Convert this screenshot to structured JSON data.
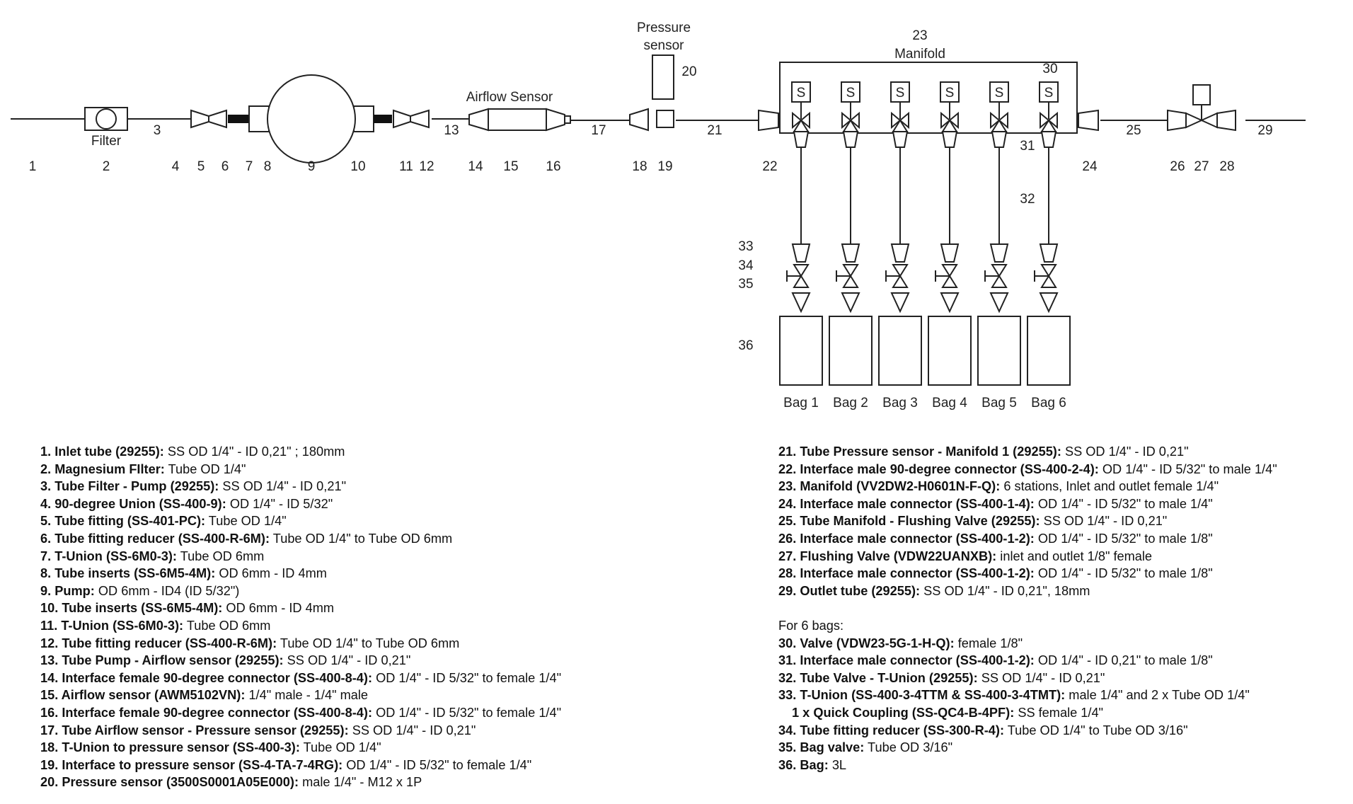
{
  "diagram": {
    "top_labels": {
      "pressure_sensor_line1": "Pressure",
      "pressure_sensor_line2": "sensor",
      "manifold_number": "23",
      "manifold_name": "Manifold",
      "filter": "Filter",
      "airflow_sensor": "Airflow Sensor",
      "solenoid_symbol": "S"
    },
    "number_labels": [
      "1",
      "2",
      "3",
      "4",
      "5",
      "6",
      "7",
      "8",
      "9",
      "10",
      "11",
      "12",
      "13",
      "14",
      "15",
      "16",
      "17",
      "18",
      "19",
      "20",
      "21",
      "22",
      "24",
      "25",
      "26",
      "27",
      "28",
      "29",
      "30",
      "31",
      "32",
      "33",
      "34",
      "35",
      "36"
    ],
    "bags": [
      "Bag 1",
      "Bag 2",
      "Bag 3",
      "Bag 4",
      "Bag 5",
      "Bag 6"
    ]
  },
  "legend": {
    "left": [
      {
        "bold": "1. Inlet tube (29255):",
        "text": " SS OD 1/4\" - ID 0,21\" ; 180mm"
      },
      {
        "bold": "2. Magnesium FIlter:",
        "text": " Tube OD 1/4\""
      },
      {
        "bold": "3. Tube Filter - Pump (29255):",
        "text": " SS OD 1/4\" - ID 0,21\""
      },
      {
        "bold": "4. 90-degree Union (SS-400-9):",
        "text": " OD 1/4\" - ID 5/32\""
      },
      {
        "bold": "5. Tube fitting (SS-401-PC):",
        "text": " Tube OD 1/4\""
      },
      {
        "bold": "6. Tube fitting reducer (SS-400-R-6M):",
        "text": " Tube OD 1/4\" to Tube OD 6mm"
      },
      {
        "bold": "7. T-Union (SS-6M0-3):",
        "text": "  Tube OD 6mm"
      },
      {
        "bold": "8. Tube inserts (SS-6M5-4M):",
        "text": " OD 6mm - ID 4mm"
      },
      {
        "bold": "9. Pump:",
        "text": " OD 6mm - ID4 (ID 5/32\")"
      },
      {
        "bold": "10. Tube inserts (SS-6M5-4M):",
        "text": " OD 6mm - ID 4mm"
      },
      {
        "bold": "11. T-Union (SS-6M0-3):",
        "text": " Tube OD 6mm"
      },
      {
        "bold": "12. Tube fitting reducer (SS-400-R-6M):",
        "text": " Tube OD 1/4\" to Tube OD 6mm"
      },
      {
        "bold": "13. Tube Pump - Airflow sensor (29255):",
        "text": " SS OD 1/4\" - ID 0,21\""
      },
      {
        "bold": "14. Interface female 90-degree connector (SS-400-8-4):",
        "text": " OD 1/4\" - ID 5/32\" to female 1/4\""
      },
      {
        "bold": "15. Airflow sensor (AWM5102VN):",
        "text": " 1/4\" male - 1/4\" male"
      },
      {
        "bold": "16. Interface female 90-degree connector (SS-400-8-4):",
        "text": " OD 1/4\" - ID 5/32\" to female 1/4\""
      },
      {
        "bold": "17. Tube Airflow sensor - Pressure sensor (29255):",
        "text": " SS OD 1/4\" - ID 0,21\""
      },
      {
        "bold": "18. T-Union to pressure sensor (SS-400-3):",
        "text": " Tube OD 1/4\""
      },
      {
        "bold": "19. Interface to pressure sensor (SS-4-TA-7-4RG):",
        "text": " OD 1/4\" - ID 5/32\" to female 1/4\""
      },
      {
        "bold": "20. Pressure sensor (3500S0001A05E000):",
        "text": " male 1/4\" - M12 x 1P"
      }
    ],
    "right": [
      {
        "bold": "21. Tube Pressure sensor - Manifold 1 (29255):",
        "text": " SS OD 1/4\" - ID 0,21\""
      },
      {
        "bold": "22. Interface male 90-degree connector (SS-400-2-4):",
        "text": " OD 1/4\" - ID 5/32\" to male 1/4\""
      },
      {
        "bold": "23. Manifold (VV2DW2-H0601N-F-Q):",
        "text": " 6 stations, Inlet and outlet female 1/4\""
      },
      {
        "bold": "24. Interface male connector (SS-400-1-4):",
        "text": " OD 1/4\" - ID 5/32\" to male 1/4\""
      },
      {
        "bold": "25. Tube Manifold - Flushing Valve (29255):",
        "text": " SS OD 1/4\" - ID 0,21\""
      },
      {
        "bold": "26. Interface male connector (SS-400-1-2):",
        "text": " OD 1/4\" - ID 5/32\" to male 1/8\""
      },
      {
        "bold": "27. Flushing Valve (VDW22UANXB):",
        "text": " inlet and outlet 1/8\" female"
      },
      {
        "bold": "28. Interface male connector (SS-400-1-2):",
        "text": " OD 1/4\" - ID 5/32\" to male 1/8\""
      },
      {
        "bold": "29. Outlet tube (29255):",
        "text": " SS OD 1/4\" - ID 0,21\", 18mm"
      }
    ],
    "bags_heading": "For 6 bags:",
    "bags_items": [
      {
        "bold": "30. Valve (VDW23-5G-1-H-Q):",
        "text": " female 1/8\""
      },
      {
        "bold": "31. Interface male connector (SS-400-1-2):",
        "text": " OD 1/4\" - ID 0,21\" to male 1/8\""
      },
      {
        "bold": "32. Tube Valve - T-Union (29255):",
        "text": " SS OD 1/4\" - ID 0,21\""
      },
      {
        "bold": "33. T-Union (SS-400-3-4TTM & SS-400-3-4TMT):",
        "text": " male 1/4\" and 2 x Tube OD 1/4\""
      },
      {
        "bold": "1 x Quick Coupling (SS-QC4-B-4PF):",
        "text": " SS female 1/4\"",
        "sub": true
      },
      {
        "bold": "34. Tube fitting reducer (SS-300-R-4):",
        "text": " Tube OD 1/4\" to Tube OD 3/16\""
      },
      {
        "bold": "35. Bag valve:",
        "text": " Tube OD 3/16\""
      },
      {
        "bold": "36. Bag:",
        "text": " 3L"
      }
    ]
  }
}
